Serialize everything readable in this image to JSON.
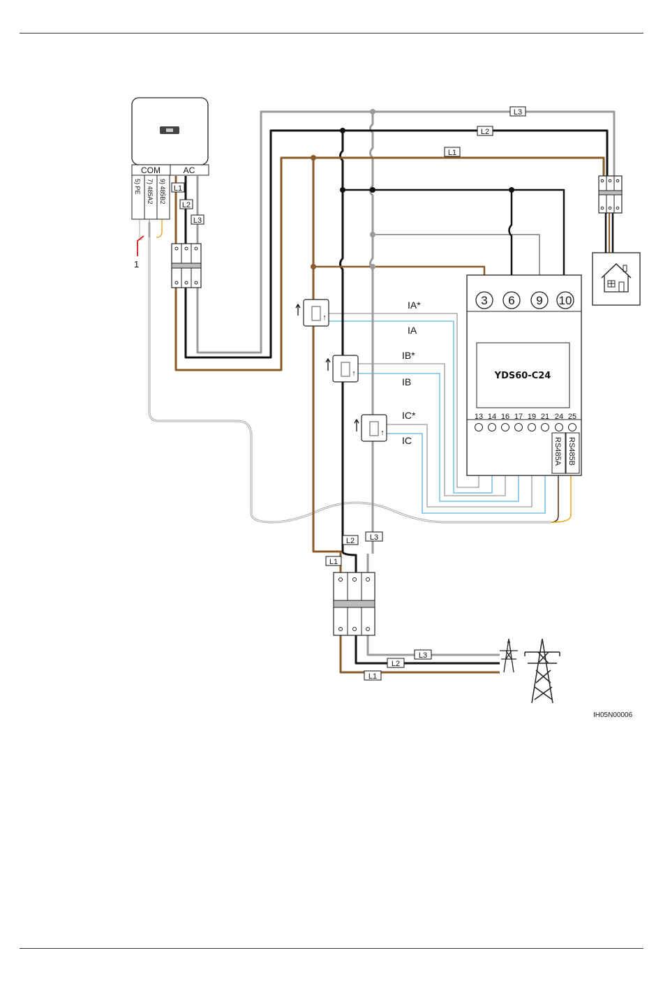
{
  "diagram": {
    "inverter": {
      "com_label": "COM",
      "ac_label": "AC",
      "com_pins": [
        "5) PE",
        "7) 485A2",
        "9) 485B2"
      ],
      "marker": "1"
    },
    "lines": {
      "l1": "L1",
      "l2": "L2",
      "l3": "L3"
    },
    "meter": {
      "model": "YDS60-C24",
      "top_terminals": [
        "3",
        "6",
        "9",
        "10"
      ],
      "bottom_terminals": [
        "13",
        "14",
        "16",
        "17",
        "19",
        "21",
        "24",
        "25"
      ],
      "rs485a": "RS485A",
      "rs485b": "RS485B"
    },
    "ct_labels": {
      "ia_plus": "IA*",
      "ia": "IA",
      "ib_plus": "IB*",
      "ib": "IB",
      "ic_plus": "IC*",
      "ic": "IC"
    },
    "figure_id": "IH05N00006",
    "colors": {
      "l1": "#8b5a2b",
      "l2": "#111111",
      "l3": "#9a9a9a",
      "ct": "#5ab4e0",
      "rs485b": "#e6a317"
    }
  }
}
